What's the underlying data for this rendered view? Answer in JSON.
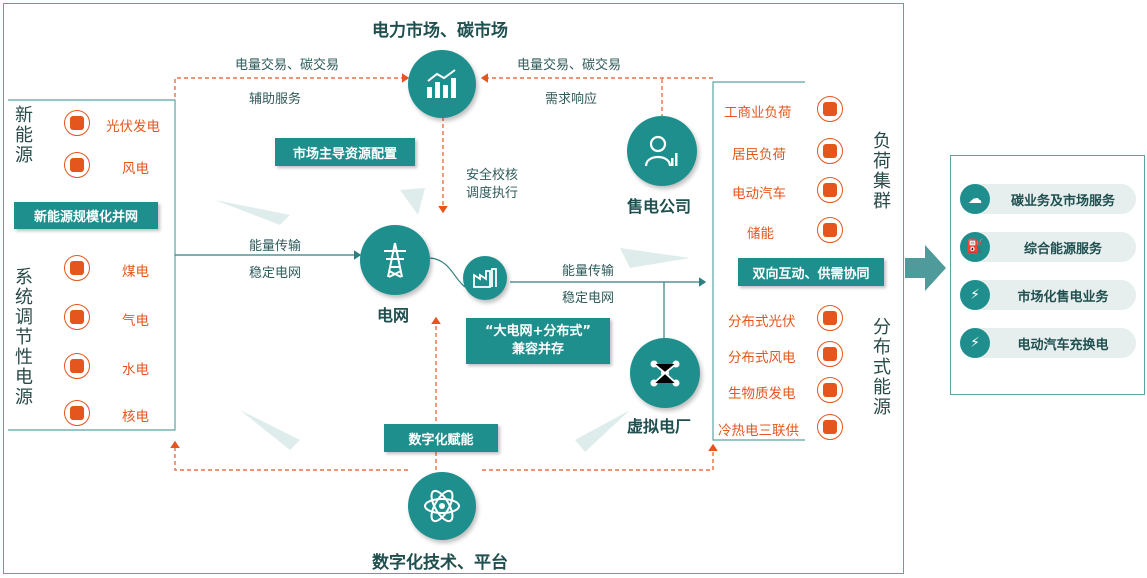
{
  "top_title": "电力市场、碳市场",
  "bottom_title": "数字化技术、平台",
  "grid_label": "电网",
  "retail_label": "售电公司",
  "vpp_label": "虚拟电厂",
  "trade_left": "电量交易、碳交易",
  "aux_service": "辅助服务",
  "trade_right": "电量交易、碳交易",
  "demand_response": "需求响应",
  "market_box": "市场主导资源配置",
  "safety_1": "安全校核",
  "safety_2": "调度执行",
  "energy_left_1": "能量传输",
  "energy_left_2": "稳定电网",
  "energy_mid_1": "能量传输",
  "energy_mid_2": "稳定电网",
  "grid_dist_box_1": "“大电网+分布式”",
  "grid_dist_box_2": "兼容并存",
  "digital_box": "数字化赋能",
  "interact_box": "双向互动、供需协同",
  "new_energy_group": "新能源",
  "new_energy_items": [
    "光伏发电",
    "风电"
  ],
  "new_energy_box": "新能源规模化并网",
  "regulating_group": "系统调节性电源",
  "regulating_items": [
    "煤电",
    "气电",
    "水电",
    "核电"
  ],
  "load_group": "负荷集群",
  "load_items": [
    "工商业负荷",
    "居民负荷",
    "电动汽车",
    "储能"
  ],
  "dist_group": "分布式能源",
  "dist_items": [
    "分布式光伏",
    "分布式风电",
    "生物质发电",
    "冷热电三联供"
  ],
  "services": [
    "碳业务及市场服务",
    "综合能源服务",
    "市场化售电业务",
    "电动汽车充换电"
  ],
  "colors": {
    "teal": "#1f8f8e",
    "orange": "#e4561e",
    "frame": "#5aa3a2"
  }
}
